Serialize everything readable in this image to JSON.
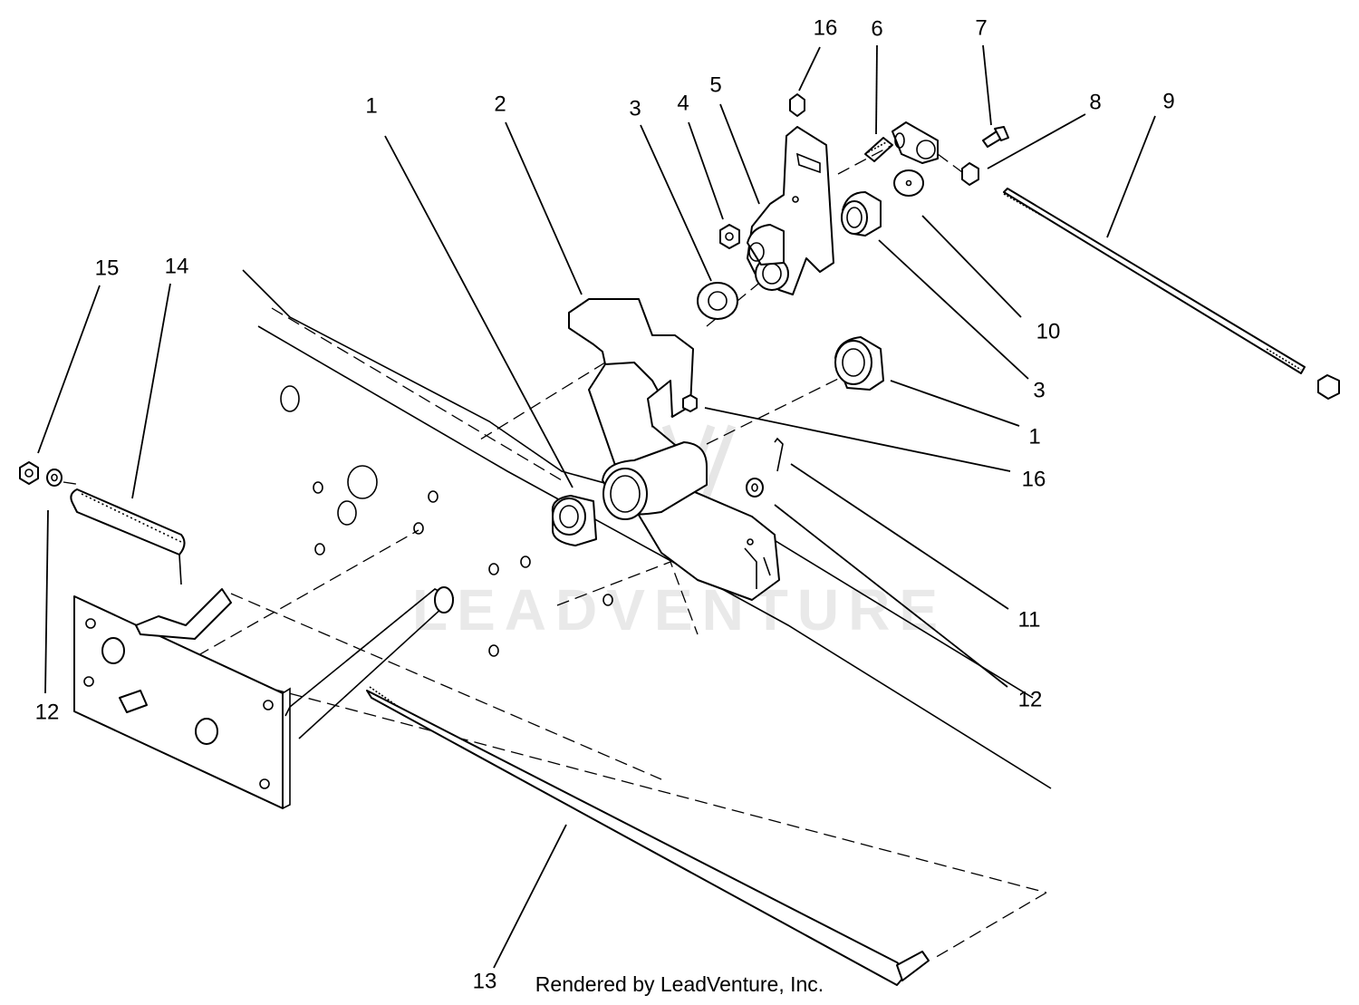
{
  "watermark": "LEADVENTURE",
  "credit": "Rendered by LeadVenture, Inc.",
  "callouts": [
    {
      "label": "1"
    },
    {
      "label": "2"
    },
    {
      "label": "3"
    },
    {
      "label": "4"
    },
    {
      "label": "5"
    },
    {
      "label": "16"
    },
    {
      "label": "6"
    },
    {
      "label": "7"
    },
    {
      "label": "8"
    },
    {
      "label": "9"
    },
    {
      "label": "10"
    },
    {
      "label": "3"
    },
    {
      "label": "1"
    },
    {
      "label": "16"
    },
    {
      "label": "11"
    },
    {
      "label": "12"
    },
    {
      "label": "15"
    },
    {
      "label": "14"
    },
    {
      "label": "12"
    },
    {
      "label": "13"
    }
  ]
}
